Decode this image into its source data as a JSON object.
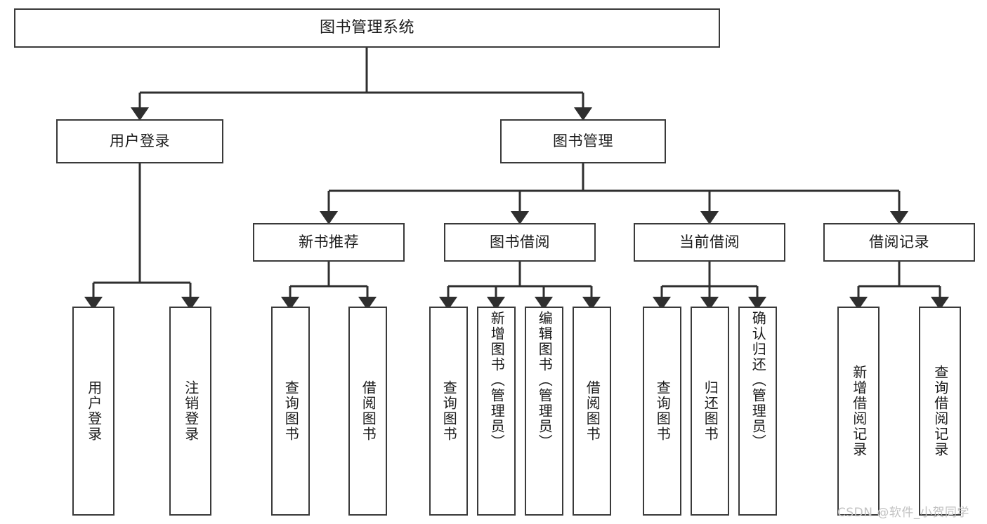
{
  "diagram": {
    "title": "图书管理系统",
    "type": "tree-hierarchy",
    "watermark": "CSDN @软件_小贺同学",
    "colors": {
      "node_border": "#3a3a3a",
      "node_fill": "#ffffff",
      "edge": "#2f2f2f",
      "text": "#1b1b1b",
      "watermark": "#c2c2c2",
      "background": "#ffffff"
    },
    "nodes": {
      "root": {
        "label": "图书管理系统"
      },
      "level2": [
        {
          "label": "用户登录"
        },
        {
          "label": "图书管理"
        }
      ],
      "level3": [
        {
          "label": "新书推荐"
        },
        {
          "label": "图书借阅"
        },
        {
          "label": "当前借阅"
        },
        {
          "label": "借阅记录"
        }
      ],
      "leaves": {
        "user_login": [
          {
            "label": "用户登录"
          },
          {
            "label": "注销登录"
          }
        ],
        "new_book_recommend": [
          {
            "label": "查询图书"
          },
          {
            "label": "借阅图书"
          }
        ],
        "book_borrow": [
          {
            "label": "查询图书"
          },
          {
            "label": "新增图书（管理员）"
          },
          {
            "label": "编辑图书（管理员）"
          },
          {
            "label": "借阅图书"
          }
        ],
        "current_borrow": [
          {
            "label": "查询图书"
          },
          {
            "label": "归还图书"
          },
          {
            "label": "确认归还（管理员）"
          }
        ],
        "borrow_record": [
          {
            "label": "新增借阅记录"
          },
          {
            "label": "查询借阅记录"
          }
        ]
      }
    }
  }
}
